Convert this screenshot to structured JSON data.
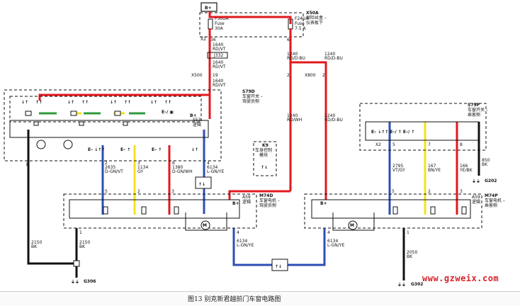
{
  "battery": "B+",
  "fuse_block": {
    "id": "X50A",
    "title_1": "保险丝盒 –",
    "title_2": "仪表板下",
    "fuse_a_1": "F56UA",
    "fuse_a_2": "Fuse",
    "fuse_a_3": "30A",
    "fuse_b_1": "F24UA",
    "fuse_b_2": "Fuse",
    "fuse_b_3": "7.5 A",
    "conn_x2": "X2",
    "pin_36": "36",
    "pin_6": "6"
  },
  "left_feed": {
    "c1": "1640",
    "c1b": "RD/VT",
    "junction": "J332",
    "c2": "1640",
    "c2b": "RD/VT",
    "conn": "X500",
    "pin": "19",
    "c3": "1640",
    "c3b": "RD/VT"
  },
  "center_feed": {
    "c1": "1240",
    "c1b": "RD/D-BU",
    "pin_2": "2",
    "conn": "X800",
    "c2": "1240",
    "c2b": "RD/WH"
  },
  "right_feed": {
    "c1": "1240",
    "c1b": "RD/D-BU",
    "c2": "1240",
    "c2b": "RD/D-BU"
  },
  "left_switch": {
    "id": "S79D",
    "title_1": "车窗开关 –",
    "title_2": "驾驶员侧",
    "logic_id": "S53",
    "logic": "逻辑",
    "bplus": "B+",
    "wire_2_num": "2",
    "wire_2_c": "2635",
    "wire_2_cc": "D-GN/VT",
    "wire_3_num": "3",
    "wire_3_c": "1134",
    "wire_3_cc": "GY",
    "wire_6_num": "6",
    "wire_6_c": "1380",
    "wire_6_cc": "D-GN/WH",
    "wire_4_num": "4",
    "wire_4_c": "6134",
    "wire_4_cc": "L-GN/YE",
    "pin_1": "1"
  },
  "lockout": {
    "id": "K9",
    "title_1": "车身控制",
    "title_2": "模块"
  },
  "left_motor": {
    "id": "M74D",
    "title_1": "车窗电机 –",
    "title_2": "驾驶员侧",
    "logic_id": "A59",
    "logic": "逻辑",
    "bplus": "B+",
    "pin_5": "5",
    "pin_2": "2",
    "pin_3": "3",
    "pin_1": "1",
    "pin_4": "4",
    "bot_c": "6134",
    "bot_cc": "L-GN/YE",
    "gnd_c": "2150",
    "gnd_cc": "BK"
  },
  "ground_left": {
    "c": "2150",
    "cc": "BK",
    "id": "G306"
  },
  "right_switch": {
    "id": "S79P",
    "title_1": "车窗开关 –",
    "title_2": "乘客侧",
    "conn_x2": "X2",
    "pin_5": "5",
    "pin_7": "7",
    "pin_8": "8",
    "wire_a_c": "2795",
    "wire_a_cc": "VT/GY",
    "wire_b_c": "167",
    "wire_b_cc": "BN/YE",
    "wire_c_c": "166",
    "wire_c_cc": "YE/BK",
    "gnd_c": "850",
    "gnd_cc": "BK",
    "gnd_id": "G202"
  },
  "right_motor": {
    "id": "M74P",
    "title_1": "车窗电机 –",
    "title_2": "乘客侧",
    "logic_id": "A59",
    "logic": "逻辑",
    "bplus": "B+",
    "pin_5": "5",
    "pin_2": "2",
    "pin_3": "3",
    "pin_4": "4",
    "pin_1": "1",
    "bot_c": "6134",
    "bot_cc": "L-GN/YE",
    "gnd_c": "2050",
    "gnd_cc": "BK",
    "gnd_id": "G302"
  },
  "watermark": "www.gzweix.com",
  "caption": "图13  别克新君越前门车窗电路图"
}
